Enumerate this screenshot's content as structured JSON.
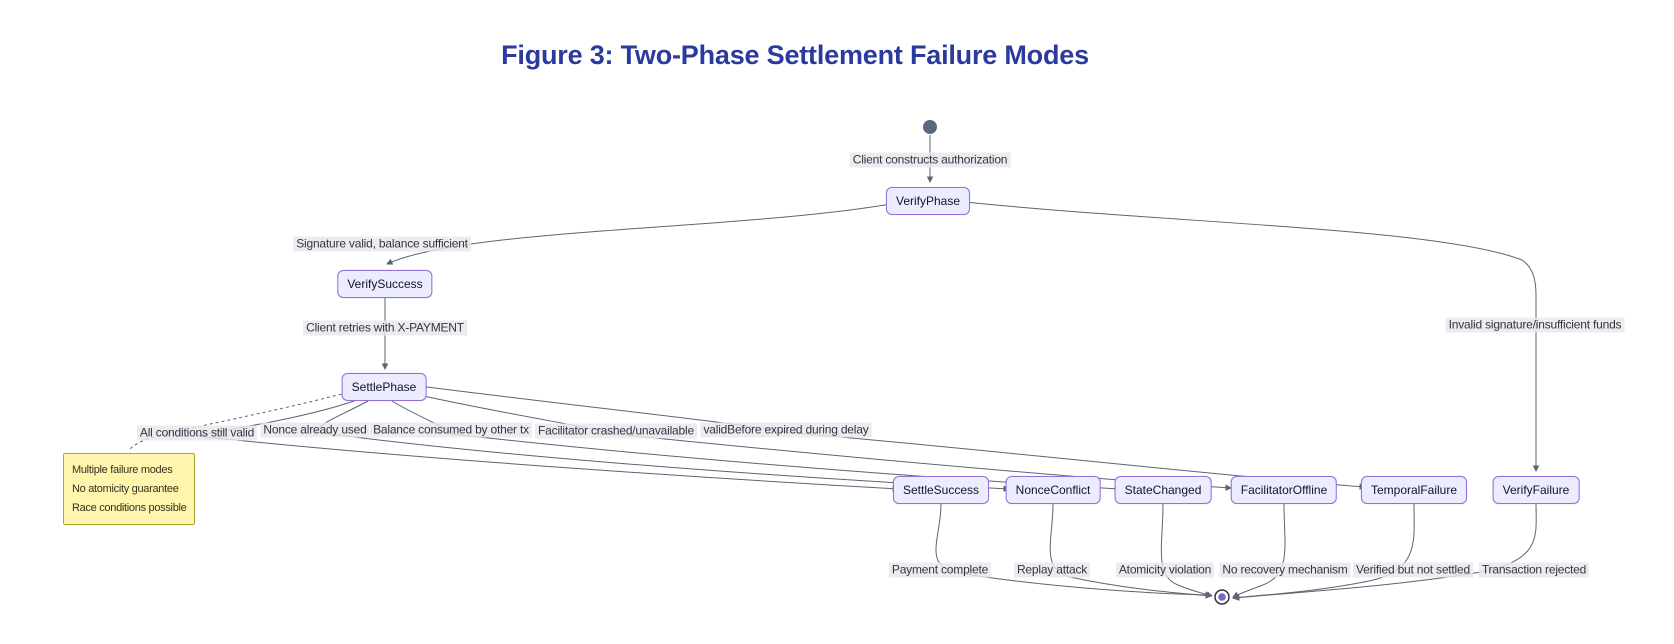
{
  "title": "Figure 3: Two-Phase Settlement Failure Modes",
  "colors": {
    "title": "#2b3a9e",
    "node_fill": "#ececff",
    "node_border": "#9370db",
    "note_fill": "#fff5ad",
    "note_border": "#aaaa33",
    "edge": "#5b6470",
    "start_dot": "#5a677c",
    "end_state_inner": "#7369c3",
    "label_background": "#e8e8ed"
  },
  "diagram": {
    "type": "state-diagram",
    "nodes": {
      "verifyPhase": "VerifyPhase",
      "verifySuccess": "VerifySuccess",
      "settlePhase": "SettlePhase",
      "settleSuccess": "SettleSuccess",
      "nonceConflict": "NonceConflict",
      "stateChanged": "StateChanged",
      "facilitatorOffline": "FacilitatorOffline",
      "temporalFailure": "TemporalFailure",
      "verifyFailure": "VerifyFailure"
    },
    "note": {
      "attached_to": "SettlePhase",
      "lines": [
        "Multiple failure modes",
        "No atomicity guarantee",
        "Race conditions possible"
      ]
    },
    "edges": [
      {
        "from": "start",
        "to": "VerifyPhase",
        "label": "Client constructs authorization"
      },
      {
        "from": "VerifyPhase",
        "to": "VerifySuccess",
        "label": "Signature valid, balance sufficient"
      },
      {
        "from": "VerifyPhase",
        "to": "VerifyFailure",
        "label": "Invalid signature/insufficient funds"
      },
      {
        "from": "VerifySuccess",
        "to": "SettlePhase",
        "label": "Client retries with X-PAYMENT"
      },
      {
        "from": "SettlePhase",
        "to": "SettleSuccess",
        "label": "All conditions still valid"
      },
      {
        "from": "SettlePhase",
        "to": "NonceConflict",
        "label": "Nonce already used"
      },
      {
        "from": "SettlePhase",
        "to": "StateChanged",
        "label": "Balance consumed by other tx"
      },
      {
        "from": "SettlePhase",
        "to": "FacilitatorOffline",
        "label": "Facilitator crashed/unavailable"
      },
      {
        "from": "SettlePhase",
        "to": "TemporalFailure",
        "label": "validBefore expired during delay"
      },
      {
        "from": "SettleSuccess",
        "to": "end",
        "label": "Payment complete"
      },
      {
        "from": "NonceConflict",
        "to": "end",
        "label": "Replay attack"
      },
      {
        "from": "StateChanged",
        "to": "end",
        "label": "Atomicity violation"
      },
      {
        "from": "FacilitatorOffline",
        "to": "end",
        "label": "No recovery mechanism"
      },
      {
        "from": "TemporalFailure",
        "to": "end",
        "label": "Verified but not settled"
      },
      {
        "from": "VerifyFailure",
        "to": "end",
        "label": "Transaction rejected"
      }
    ]
  }
}
